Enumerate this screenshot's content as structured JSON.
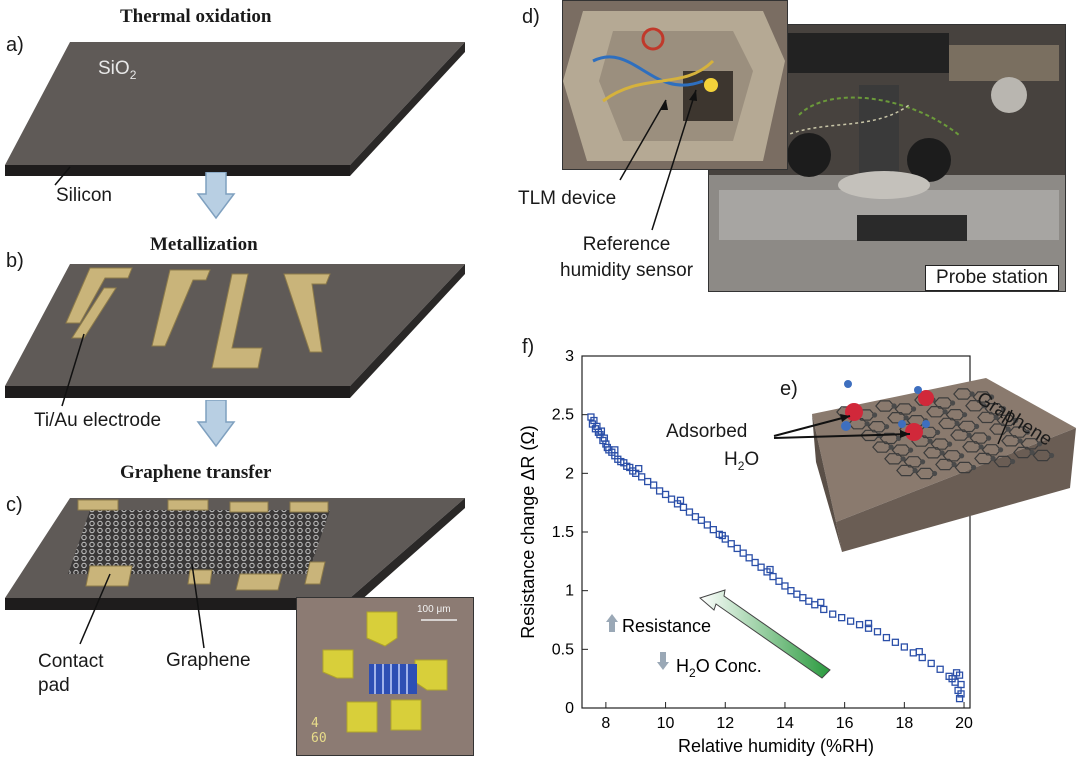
{
  "panels": {
    "a": {
      "letter": "a)",
      "title": "Thermal oxidation",
      "oxide_label": "SiO",
      "oxide_sub": "2",
      "substrate_label": "Silicon"
    },
    "b": {
      "letter": "b)",
      "title": "Metallization",
      "electrode_label": "Ti/Au electrode"
    },
    "c": {
      "letter": "c)",
      "title": "Graphene transfer",
      "pad_label_line1": "Contact",
      "pad_label_line2": "pad",
      "graphene_label": "Graphene",
      "micrograph_scale": "100 μm",
      "micrograph_id1": "4",
      "micrograph_id2": "60"
    },
    "d": {
      "letter": "d)",
      "tlm_label": "TLM device",
      "ref_label_line1": "Reference",
      "ref_label_line2": "humidity sensor",
      "probe_label": "Probe station"
    },
    "e": {
      "letter": "e)",
      "adsorbed_line1": "Adsorbed",
      "adsorbed_h": "H",
      "adsorbed_sub": "2",
      "adsorbed_o": "O",
      "graphene_label": "Graphene"
    },
    "f": {
      "letter": "f)",
      "resistance_label": "Resistance",
      "conc_h": "H",
      "conc_sub": "2",
      "conc_rest": "O Conc."
    }
  },
  "colors": {
    "substrate": "#5f5a57",
    "substrate_dark": "#1e1c1c",
    "gold": "#c9b47a",
    "arrow_blue": "#b8cfe3",
    "marker": "#2b4fa8",
    "photo_dark": "#2c2b2a"
  },
  "chart_data": {
    "type": "scatter",
    "xlabel": "Relative humidity (%RH)",
    "ylabel": "Resistance change ΔR (Ω)",
    "xlim": [
      7.2,
      20.2
    ],
    "ylim": [
      0,
      3
    ],
    "xticks": [
      8,
      10,
      12,
      14,
      16,
      18,
      20
    ],
    "yticks": [
      0,
      0.5,
      1,
      1.5,
      2,
      2.5,
      3
    ],
    "marker": "open-square",
    "points": [
      [
        7.5,
        2.48
      ],
      [
        7.55,
        2.42
      ],
      [
        7.6,
        2.45
      ],
      [
        7.65,
        2.38
      ],
      [
        7.7,
        2.4
      ],
      [
        7.75,
        2.35
      ],
      [
        7.8,
        2.33
      ],
      [
        7.85,
        2.36
      ],
      [
        7.9,
        2.28
      ],
      [
        7.95,
        2.3
      ],
      [
        8.0,
        2.25
      ],
      [
        8.05,
        2.22
      ],
      [
        8.1,
        2.2
      ],
      [
        8.2,
        2.18
      ],
      [
        8.3,
        2.15
      ],
      [
        8.4,
        2.12
      ],
      [
        8.5,
        2.1
      ],
      [
        8.6,
        2.09
      ],
      [
        8.7,
        2.06
      ],
      [
        8.8,
        2.05
      ],
      [
        8.9,
        2.02
      ],
      [
        9.0,
        2.0
      ],
      [
        9.2,
        1.97
      ],
      [
        9.4,
        1.93
      ],
      [
        9.6,
        1.9
      ],
      [
        9.8,
        1.85
      ],
      [
        10.0,
        1.82
      ],
      [
        10.2,
        1.78
      ],
      [
        10.4,
        1.74
      ],
      [
        10.6,
        1.71
      ],
      [
        10.8,
        1.67
      ],
      [
        11.0,
        1.63
      ],
      [
        11.2,
        1.6
      ],
      [
        11.4,
        1.56
      ],
      [
        11.6,
        1.52
      ],
      [
        11.8,
        1.48
      ],
      [
        12.0,
        1.44
      ],
      [
        12.2,
        1.4
      ],
      [
        12.4,
        1.36
      ],
      [
        12.6,
        1.32
      ],
      [
        12.8,
        1.28
      ],
      [
        13.0,
        1.24
      ],
      [
        13.2,
        1.2
      ],
      [
        13.4,
        1.16
      ],
      [
        13.6,
        1.12
      ],
      [
        13.8,
        1.08
      ],
      [
        14.0,
        1.04
      ],
      [
        14.2,
        1.0
      ],
      [
        14.4,
        0.97
      ],
      [
        14.6,
        0.94
      ],
      [
        14.8,
        0.91
      ],
      [
        15.0,
        0.88
      ],
      [
        15.3,
        0.84
      ],
      [
        15.6,
        0.8
      ],
      [
        15.9,
        0.77
      ],
      [
        16.2,
        0.74
      ],
      [
        16.5,
        0.71
      ],
      [
        16.8,
        0.68
      ],
      [
        17.1,
        0.65
      ],
      [
        17.4,
        0.6
      ],
      [
        17.7,
        0.56
      ],
      [
        18.0,
        0.52
      ],
      [
        18.3,
        0.47
      ],
      [
        18.6,
        0.43
      ],
      [
        18.9,
        0.38
      ],
      [
        19.2,
        0.33
      ],
      [
        19.5,
        0.27
      ],
      [
        19.7,
        0.22
      ],
      [
        19.8,
        0.15
      ],
      [
        19.85,
        0.08
      ],
      [
        19.9,
        0.2
      ],
      [
        19.75,
        0.3
      ],
      [
        19.6,
        0.25
      ],
      [
        19.85,
        0.28
      ],
      [
        19.9,
        0.12
      ],
      [
        8.3,
        2.2
      ],
      [
        9.1,
        2.04
      ],
      [
        10.5,
        1.77
      ],
      [
        11.9,
        1.47
      ],
      [
        13.5,
        1.18
      ],
      [
        15.2,
        0.9
      ],
      [
        16.8,
        0.72
      ],
      [
        18.5,
        0.48
      ]
    ]
  }
}
